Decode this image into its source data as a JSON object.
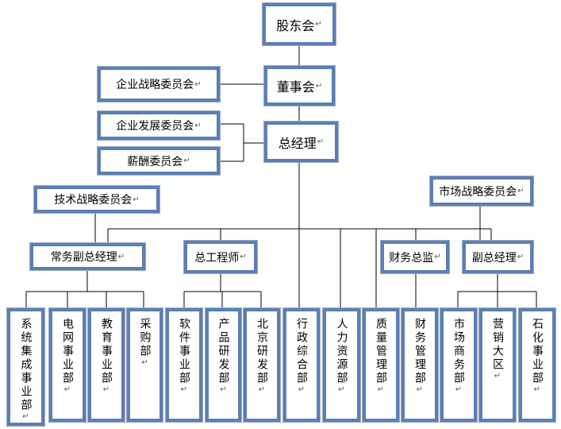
{
  "diagram": {
    "top": {
      "shareholders": "股东会",
      "board": "董事会",
      "general_manager": "总经理"
    },
    "committees": {
      "enterprise_strategy": "企业战略委员会",
      "enterprise_development": "企业发展委员会",
      "compensation": "薪酬委员会",
      "technology_strategy": "技术战略委员会",
      "market_strategy": "市场战略委员会"
    },
    "executives": {
      "executive_deputy_gm": "常务副总经理",
      "chief_engineer": "总工程师",
      "cfo": "财务总监",
      "deputy_gm": "副总经理"
    },
    "departments": [
      "系统集成事业部",
      "电网事业部",
      "教育事业部",
      "采购部",
      "软件事业部",
      "产品研发部",
      "北京研发部",
      "行政综合部",
      "人力资源部",
      "质量管理部",
      "财务管理部",
      "市场商务部",
      "营销大区",
      "石化事业部"
    ],
    "colors": {
      "box_border": "#5b7fb3",
      "line": "#000000"
    }
  }
}
